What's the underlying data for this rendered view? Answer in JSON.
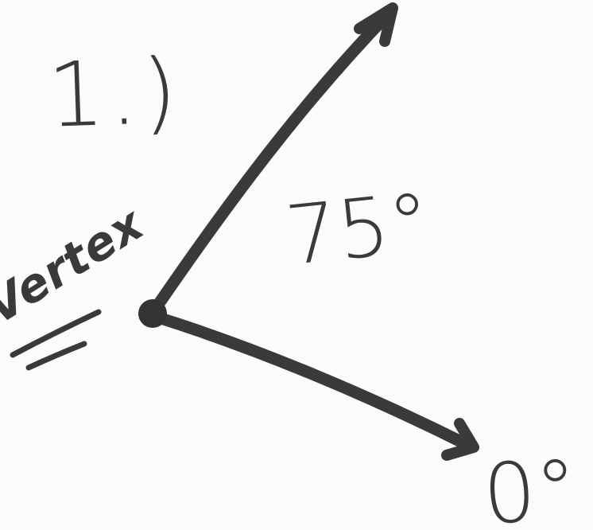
{
  "problem_number": "1.)",
  "angle_label": "75°",
  "ray_label": "0°",
  "vertex_label": "Vertex",
  "colors": {
    "ink": "#3a3a3a",
    "paper": "#fbfbfb"
  }
}
